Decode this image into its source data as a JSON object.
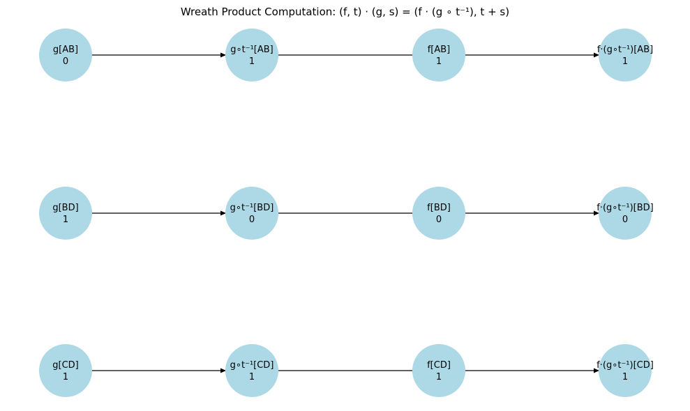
{
  "title": "Wreath Product Computation: (f, t) · (g, s) = (f · (g ∘ t⁻¹), t + s)",
  "colors": {
    "node_fill": "#add8e6",
    "edge": "#000000"
  },
  "rows": [
    {
      "nodes": [
        {
          "label": "g[AB]",
          "value": "0"
        },
        {
          "label": "g∘t⁻¹[AB]",
          "value": "1"
        },
        {
          "label": "f[AB]",
          "value": "1"
        },
        {
          "label": "f·(g∘t⁻¹)[AB]",
          "value": "1"
        }
      ]
    },
    {
      "nodes": [
        {
          "label": "g[BD]",
          "value": "1"
        },
        {
          "label": "g∘t⁻¹[BD]",
          "value": "0"
        },
        {
          "label": "f[BD]",
          "value": "0"
        },
        {
          "label": "f·(g∘t⁻¹)[BD]",
          "value": "0"
        }
      ]
    },
    {
      "nodes": [
        {
          "label": "g[CD]",
          "value": "1"
        },
        {
          "label": "g∘t⁻¹[CD]",
          "value": "1"
        },
        {
          "label": "f[CD]",
          "value": "1"
        },
        {
          "label": "f·(g∘t⁻¹)[CD]",
          "value": "1"
        }
      ]
    }
  ],
  "edges": [
    {
      "from": 0,
      "to": 1,
      "arrow": true
    },
    {
      "from": 1,
      "to": 2,
      "arrow": false
    },
    {
      "from": 2,
      "to": 3,
      "arrow": true
    }
  ]
}
